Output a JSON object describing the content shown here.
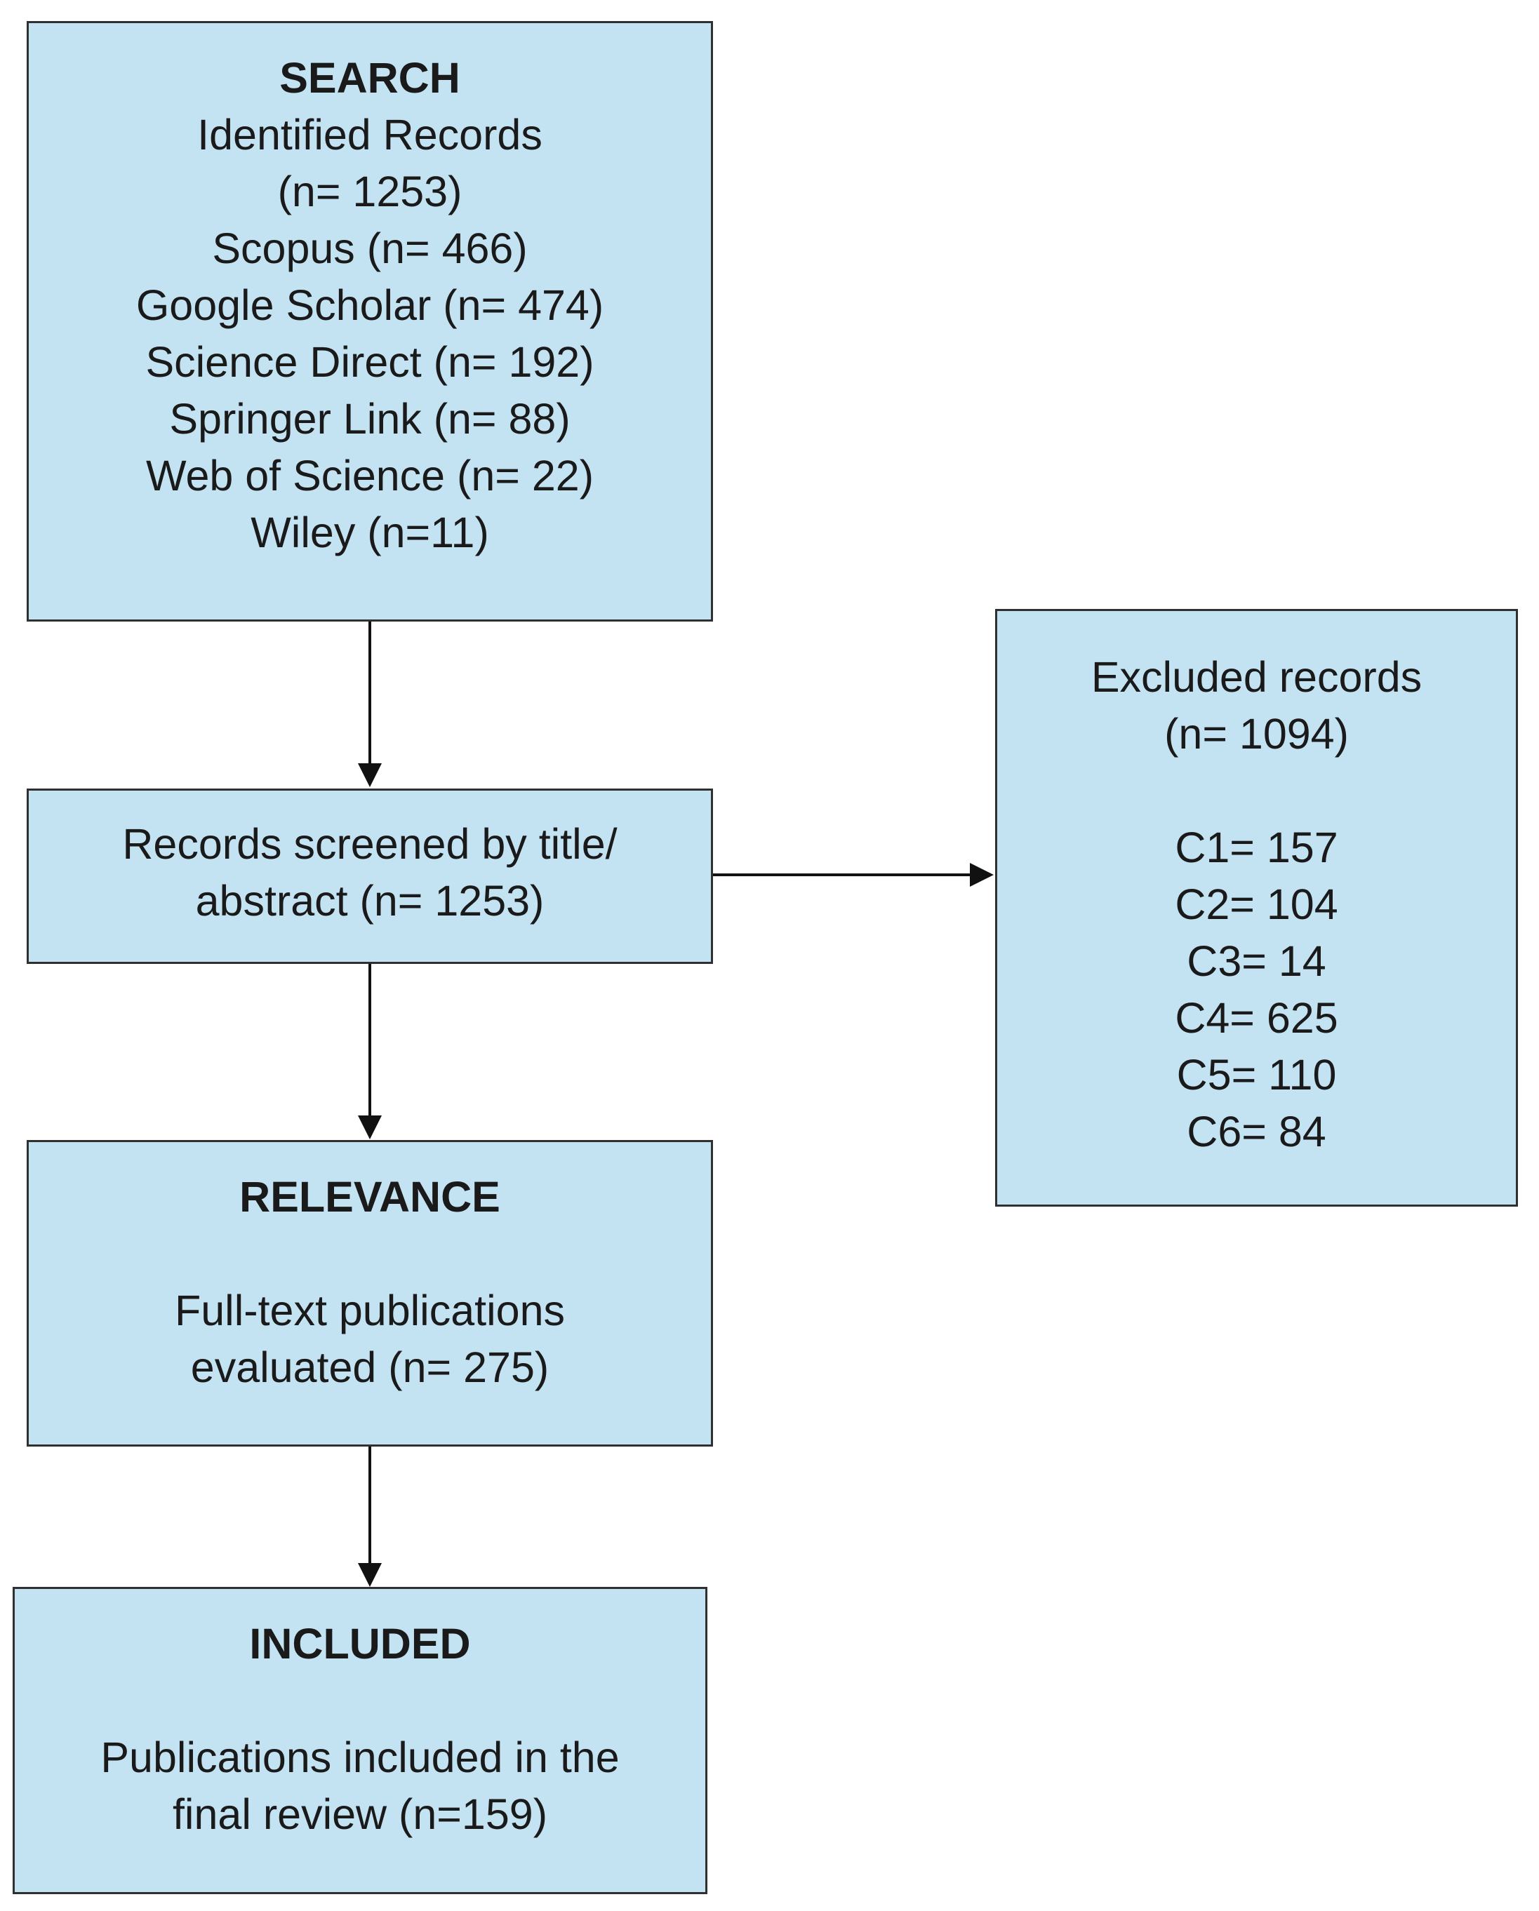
{
  "search": {
    "heading": "SEARCH",
    "lines": [
      "Identified Records",
      "(n= 1253)",
      "Scopus (n= 466)",
      "Google Scholar (n= 474)",
      "Science Direct (n= 192)",
      "Springer Link (n= 88)",
      "Web of Science (n= 22)",
      "Wiley (n=11)"
    ]
  },
  "screened": {
    "lines": [
      "Records screened by title/",
      "abstract (n= 1253)"
    ]
  },
  "excluded": {
    "lines": [
      "Excluded records",
      "(n= 1094)"
    ],
    "criteria": [
      "C1= 157",
      "C2= 104",
      "C3= 14",
      "C4= 625",
      "C5= 110",
      "C6= 84"
    ]
  },
  "relevance": {
    "heading": "RELEVANCE",
    "lines": [
      "Full-text publications",
      "evaluated (n= 275)"
    ]
  },
  "included": {
    "heading": "INCLUDED",
    "lines": [
      "Publications included in the",
      "final review (n=159)"
    ]
  }
}
